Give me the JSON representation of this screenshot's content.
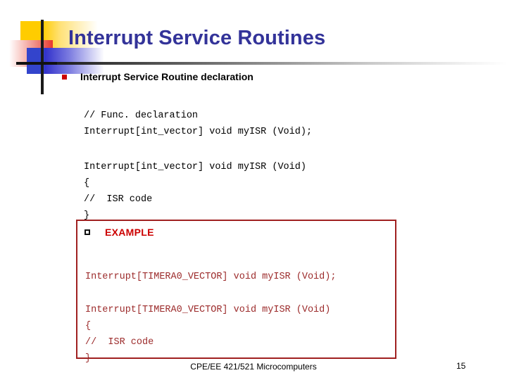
{
  "slide": {
    "title": "Interrupt Service Routines",
    "page_number": "15",
    "footer": "CPE/EE 421/521 Microcomputers",
    "accent_colors": {
      "title_blue": "#333399",
      "bullet_red": "#CC0000",
      "example_border": "#A02020",
      "example_code_red": "#9C2B2B",
      "deco_yellow": "#FFCC00",
      "deco_blue": "#3333CC",
      "deco_red": "#E8382F"
    }
  },
  "bullet": {
    "icon": "square-bullet-icon",
    "label": "Interrupt Service Routine declaration"
  },
  "code_blocks": [
    {
      "name": "declaration-snippet",
      "lines": "// Func. declaration\nInterrupt[int_vector] void myISR (Void);"
    },
    {
      "name": "definition-snippet",
      "lines": "Interrupt[int_vector] void myISR (Void)\n{\n//  ISR code\n}"
    }
  ],
  "example": {
    "icon": "hollow-square-bullet-icon",
    "label": "EXAMPLE",
    "code_blocks": [
      {
        "name": "example-declaration-snippet",
        "lines": "Interrupt[TIMERA0_VECTOR] void myISR (Void);"
      },
      {
        "name": "example-definition-snippet",
        "lines": "Interrupt[TIMERA0_VECTOR] void myISR (Void)\n{\n//  ISR code\n}"
      }
    ]
  }
}
